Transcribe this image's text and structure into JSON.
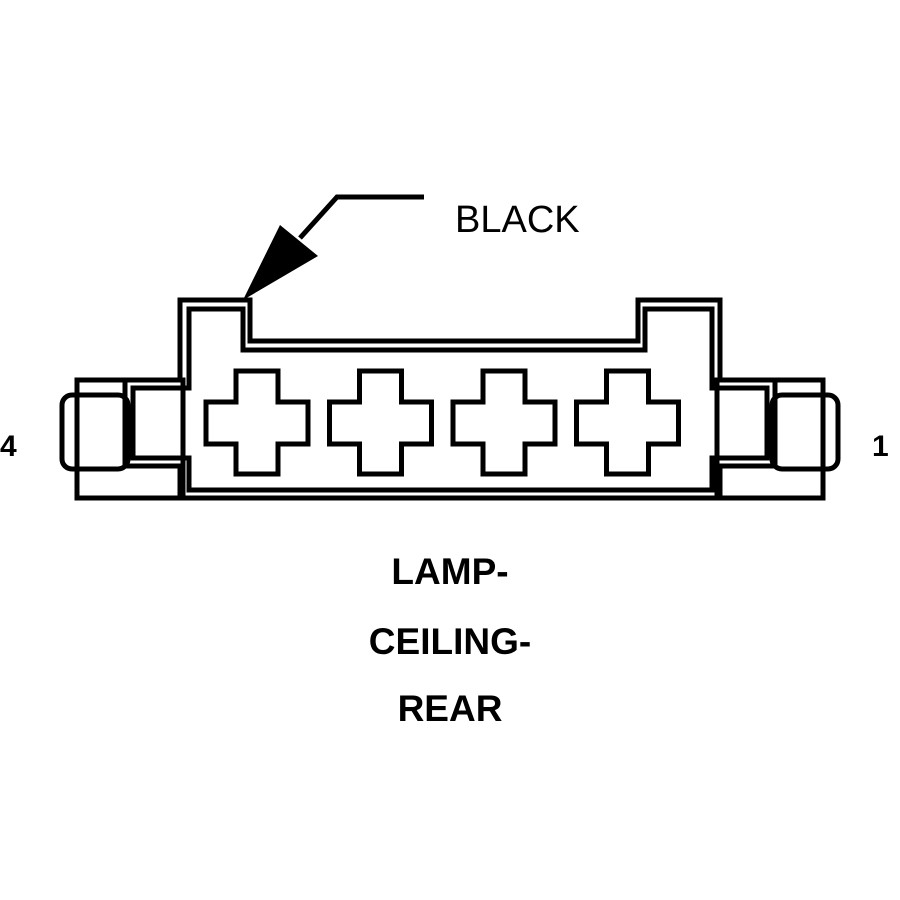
{
  "connector": {
    "color_label": "BLACK",
    "cavity_count": 4,
    "pin_label_left": "4",
    "pin_label_right": "1",
    "name_lines": [
      "LAMP-",
      "CEILING-",
      "REAR"
    ]
  },
  "colors": {
    "stroke": "#000000",
    "background": "#ffffff"
  }
}
